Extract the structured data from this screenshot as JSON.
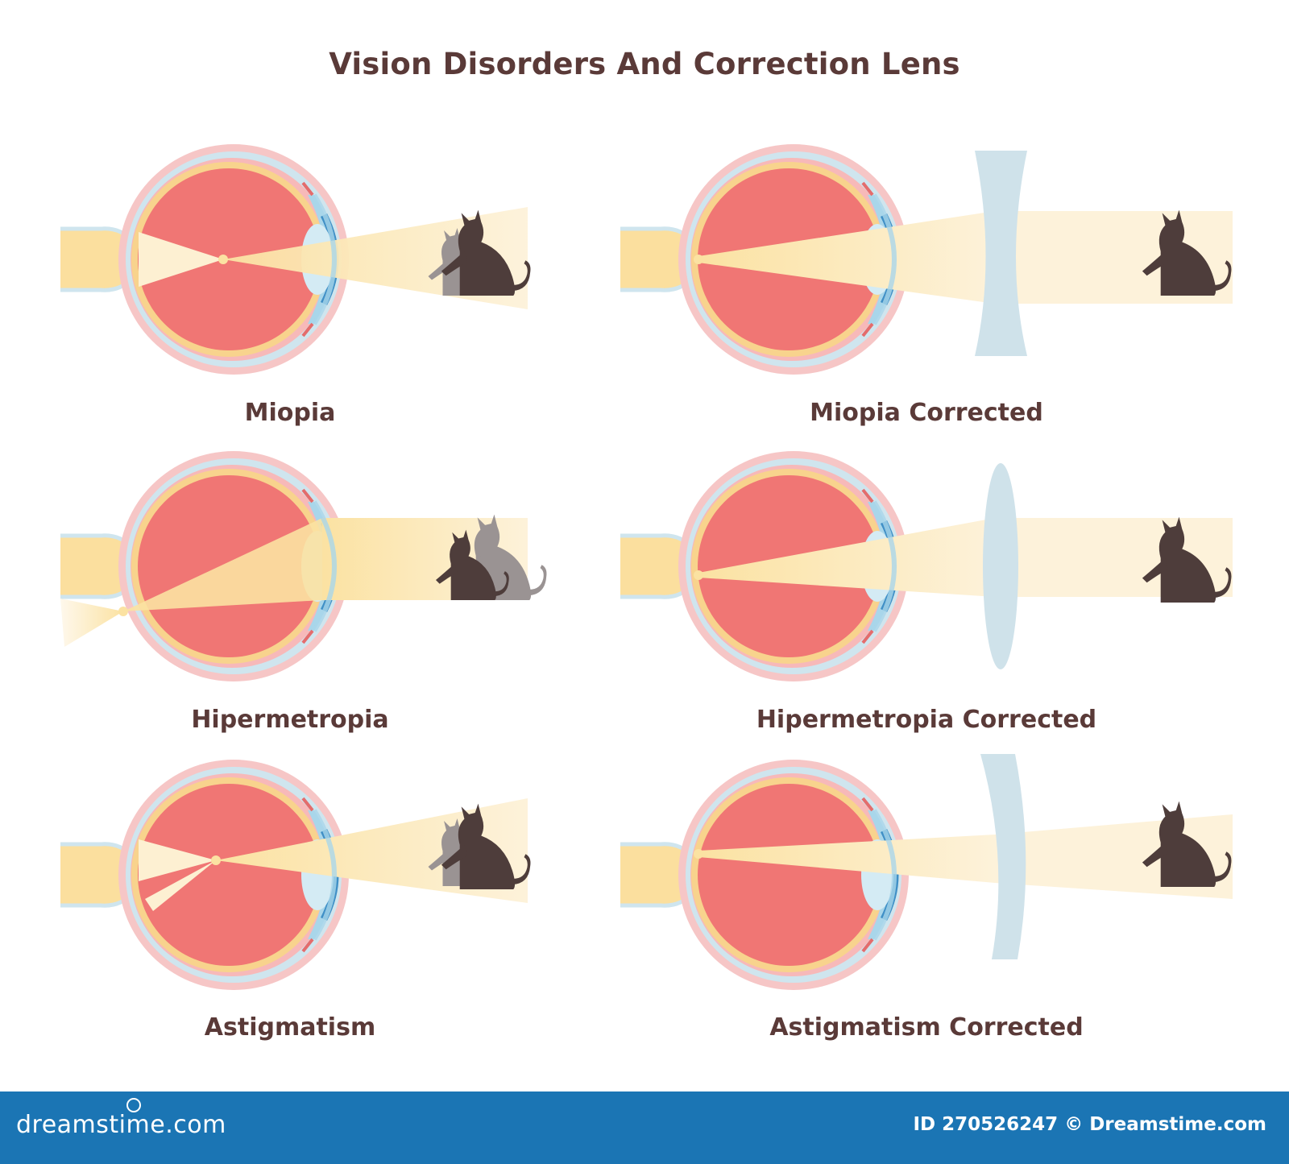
{
  "title": "Vision Disorders And Correction Lens",
  "panels": [
    {
      "label": "Miopia",
      "lens": "none",
      "focus": "front",
      "ghost": true
    },
    {
      "label": "Miopia Corrected",
      "lens": "concave",
      "focus": "retina",
      "ghost": false
    },
    {
      "label": "Hipermetropia",
      "lens": "none",
      "focus": "behind",
      "ghost": true
    },
    {
      "label": "Hipermetropia Corrected",
      "lens": "convex",
      "focus": "retina",
      "ghost": false
    },
    {
      "label": "Astigmatism",
      "lens": "none",
      "focus": "split",
      "ghost": true
    },
    {
      "label": "Astigmatism Corrected",
      "lens": "meniscus",
      "focus": "retina",
      "ghost": false
    }
  ],
  "footer": {
    "brand": "dreamstime.com",
    "stock_id": "ID 270526247 © Dreamstime.com"
  },
  "colors": {
    "vitreous": "#f07674",
    "sclera": "#f6c6c6",
    "choroid": "#cfe5ee",
    "retina": "#f8d38d",
    "light": "#fbe6ad",
    "cat": "#4e3d3b",
    "ghost_cat": "#9a9393",
    "lens_glass": "#cfe2ea",
    "footer_bg": "#1b75b4",
    "text": "#5a3a38"
  }
}
